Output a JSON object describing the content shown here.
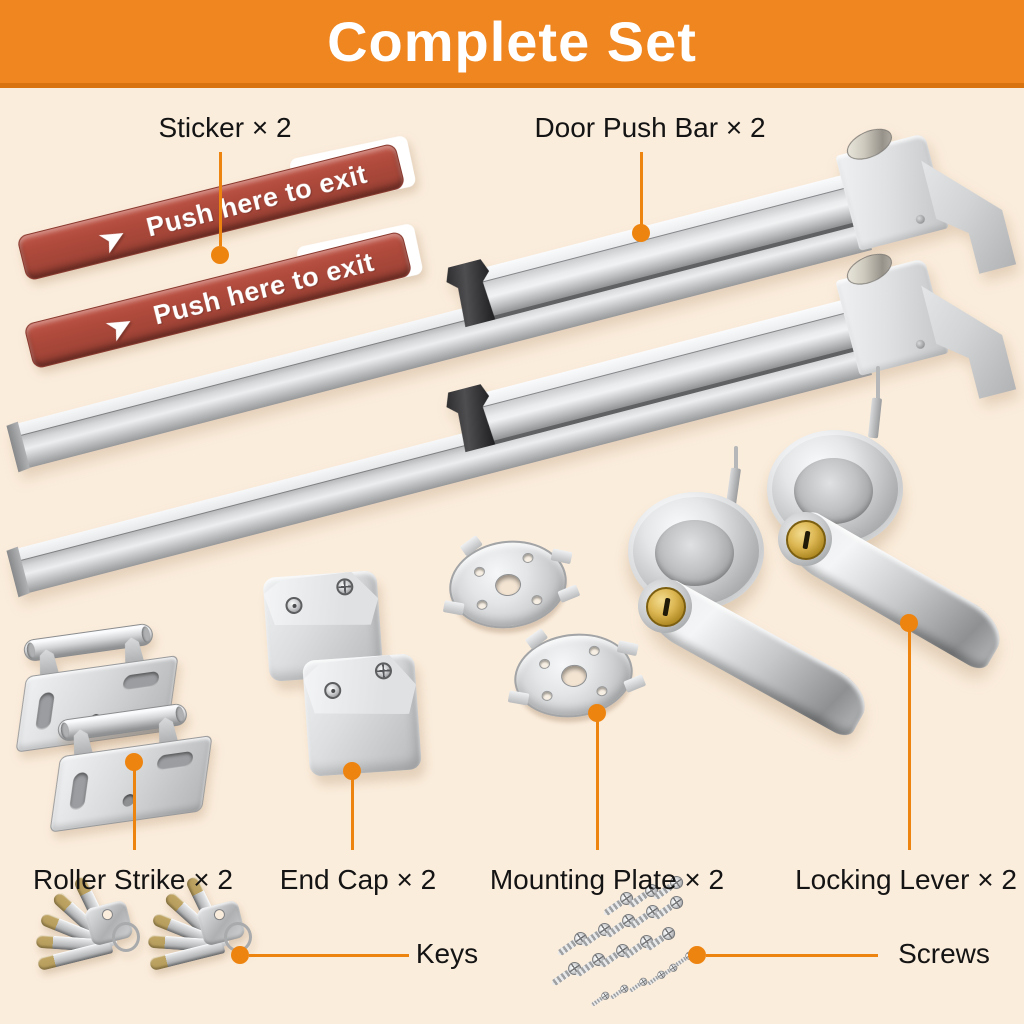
{
  "header": {
    "title": "Complete Set"
  },
  "colors": {
    "banner_bg": "#EF8620",
    "banner_text": "#FFFFFF",
    "background": "#FBEDDC",
    "callout": "#EE8410",
    "label_text": "#141414",
    "sticker_red": "#AE4A3C",
    "brass": "#D4AC3E"
  },
  "callouts": {
    "sticker": "Sticker × 2",
    "door_push_bar": "Door Push Bar × 2",
    "roller_strike": "Roller Strike × 2",
    "end_cap": "End Cap × 2",
    "mounting_plate": "Mounting Plate × 2",
    "locking_lever": "Locking Lever × 2",
    "keys": "Keys",
    "screws": "Screws"
  },
  "sticker": {
    "text": "Push here to exit",
    "arrow_icon": "➤"
  }
}
